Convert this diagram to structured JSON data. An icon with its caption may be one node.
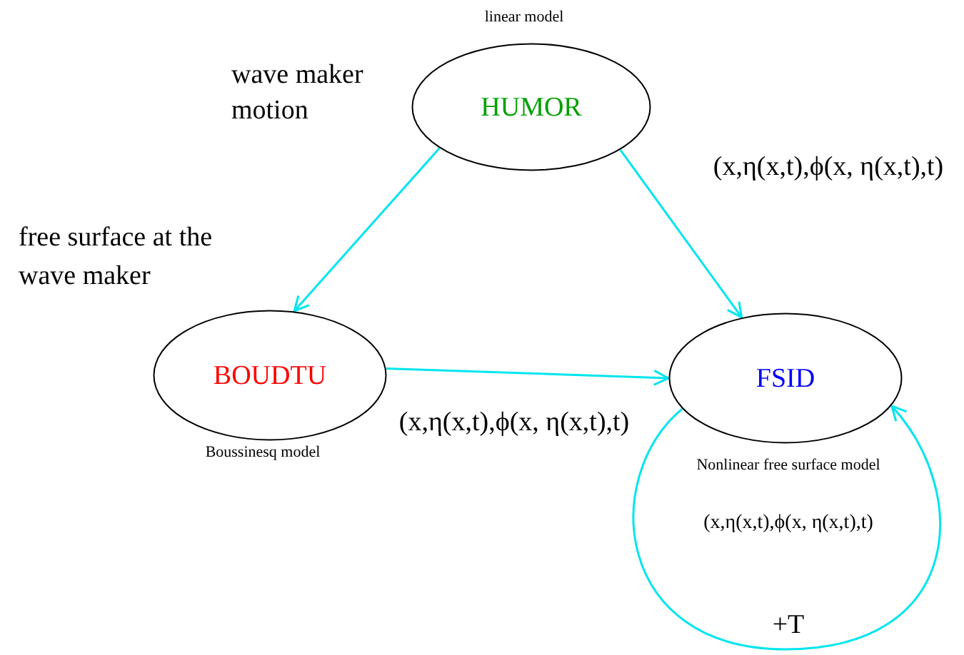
{
  "diagram": {
    "nodes": [
      {
        "text": [
          "HUMOR"
        ],
        "beside": [
          "linear model"
        ]
      },
      {
        "text": [
          "BOUDTU"
        ],
        "beside": [
          "Boussinesq model"
        ]
      },
      {
        "text": [
          "FSID"
        ],
        "beside": [
          "Nonlinear free surface model"
        ]
      }
    ],
    "edges": [
      {
        "from": 0,
        "to": 1,
        "arrow": "to"
      },
      {
        "from": 0,
        "to": 2,
        "arrow": "to",
        "label": "(x,η(x,t),ϕ(x, η(x,t),t)"
      },
      {
        "from": 1,
        "to": 2,
        "arrow": "to",
        "label": "(x,η(x,t),ϕ(x, η(x,t),t)"
      },
      {
        "from": 2,
        "to": 2,
        "arrow": "to",
        "label": "+T"
      }
    ],
    "labels": [
      "wave maker motion",
      "free surface at the wave maker",
      "(x,η(x,t),ϕ(x, η(x,t),t)"
    ]
  }
}
